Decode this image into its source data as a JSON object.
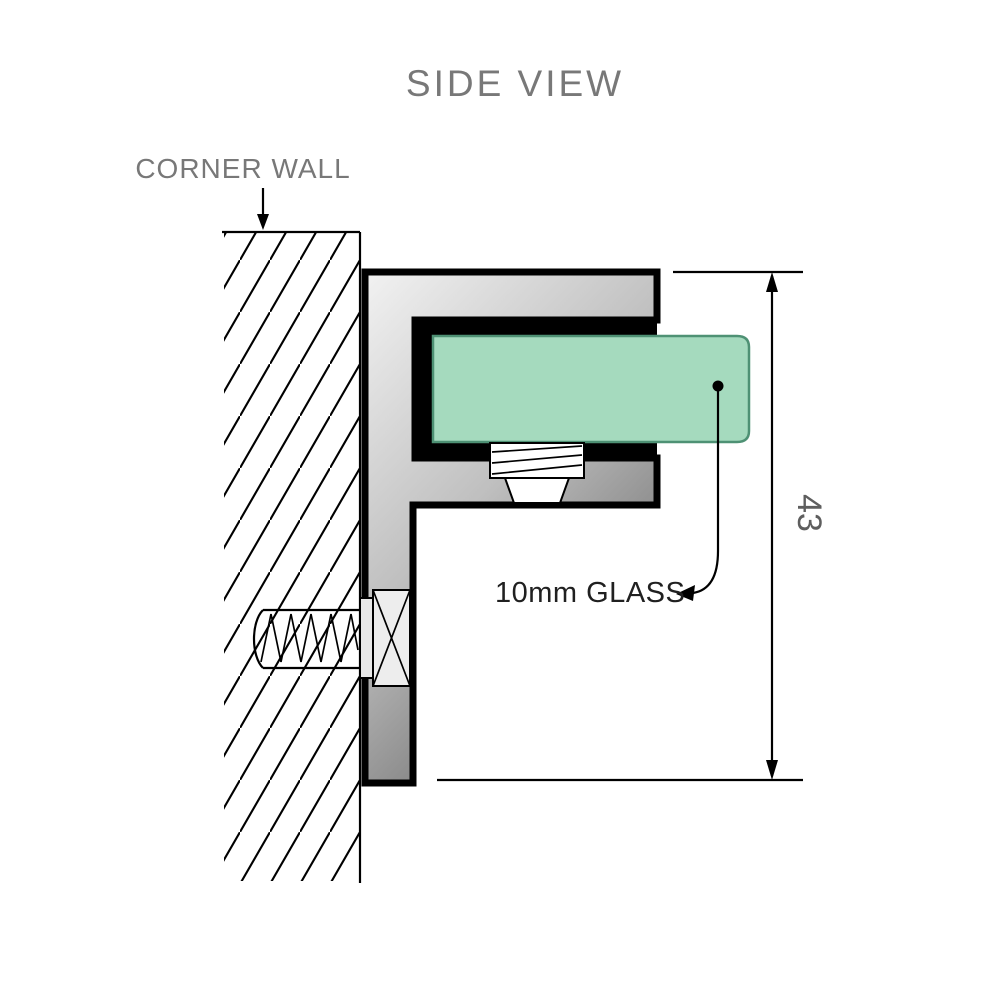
{
  "page": {
    "title": "SIDE VIEW"
  },
  "diagram": {
    "labels": {
      "corner_wall": "CORNER WALL",
      "glass": "10mm GLASS",
      "dimension_value": "43"
    },
    "colors": {
      "heading_gray": "#787878",
      "label_dark": "#202020",
      "dimension_gray": "#5e5e5e",
      "glass_fill": "#a5dabe",
      "glass_stroke": "#4e9174",
      "bracket_light": "#f2f2f2",
      "bracket_mid": "#bfbfbf",
      "bracket_dark": "#6a6a6a",
      "line_black": "#000000"
    }
  }
}
